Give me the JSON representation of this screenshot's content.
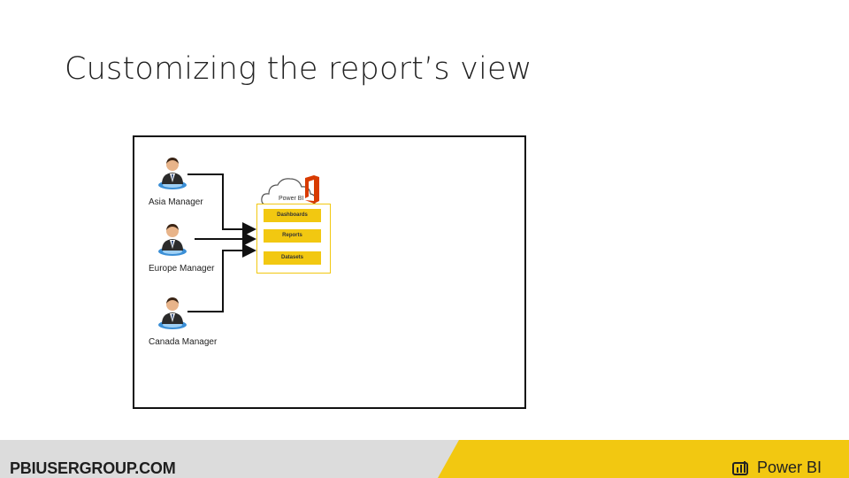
{
  "slide": {
    "title": "Customizing the report’s view"
  },
  "diagram": {
    "users": [
      {
        "label": "Asia Manager"
      },
      {
        "label": "Europe Manager"
      },
      {
        "label": "Canada Manager"
      }
    ],
    "power_bi": {
      "label": "Power BI",
      "sections": [
        "Dashboards",
        "Reports",
        "Datasets"
      ]
    }
  },
  "footer": {
    "site": "PBIUSERGROUP.COM",
    "brand": "Power BI"
  },
  "colors": {
    "accent": "#f2c811",
    "footer_gray": "#dcdcdc",
    "office_red": "#d83b01"
  }
}
